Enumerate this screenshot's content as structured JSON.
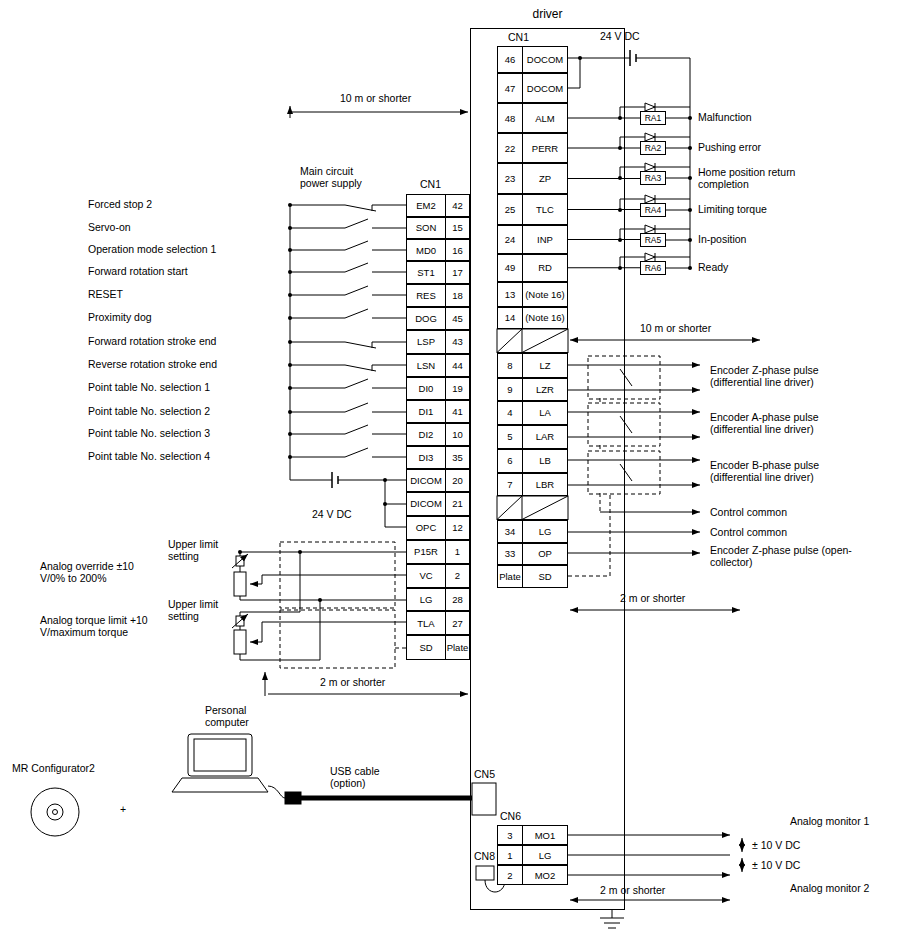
{
  "diagram": {
    "nodes": [
      {
        "text": [
          "driver"
        ]
      },
      {
        "text": [
          "EM2",
          "42"
        ],
        "in": 0
      },
      {
        "text": [
          "SON",
          "15"
        ],
        "in": 0
      },
      {
        "text": [
          "MD0",
          "16"
        ],
        "in": 0
      },
      {
        "text": [
          "ST1",
          "17"
        ],
        "in": 0
      },
      {
        "text": [
          "RES",
          "18"
        ],
        "in": 0
      },
      {
        "text": [
          "DOG",
          "45"
        ],
        "in": 0
      },
      {
        "text": [
          "LSP",
          "43"
        ],
        "in": 0
      },
      {
        "text": [
          "LSN",
          "44"
        ],
        "in": 0
      },
      {
        "text": [
          "DI0",
          "19"
        ],
        "in": 0
      },
      {
        "text": [
          "DI1",
          "41"
        ],
        "in": 0
      },
      {
        "text": [
          "DI2",
          "10"
        ],
        "in": 0
      },
      {
        "text": [
          "DI3",
          "35"
        ],
        "in": 0
      },
      {
        "text": [
          "DICOM",
          "20"
        ],
        "in": 0
      },
      {
        "text": [
          "DICOM",
          "21"
        ],
        "in": 0
      },
      {
        "text": [
          "OPC",
          "12"
        ],
        "in": 0
      },
      {
        "text": [
          "P15R",
          "1"
        ],
        "in": 0
      },
      {
        "text": [
          "VC",
          "2"
        ],
        "in": 0
      },
      {
        "text": [
          "LG",
          "28"
        ],
        "in": 0
      },
      {
        "text": [
          "TLA",
          "27"
        ],
        "in": 0
      },
      {
        "text": [
          "SD",
          "Plate"
        ],
        "in": 0
      },
      {
        "text": [
          "46",
          "DOCOM"
        ],
        "in": 0
      },
      {
        "text": [
          "47",
          "DOCOM"
        ],
        "in": 0
      },
      {
        "text": [
          "48",
          "ALM"
        ],
        "in": 0
      },
      {
        "text": [
          "22",
          "PERR"
        ],
        "in": 0
      },
      {
        "text": [
          "23",
          "ZP"
        ],
        "in": 0
      },
      {
        "text": [
          "25",
          "TLC"
        ],
        "in": 0
      },
      {
        "text": [
          "24",
          "INP"
        ],
        "in": 0
      },
      {
        "text": [
          "49",
          "RD"
        ],
        "in": 0
      },
      {
        "text": [
          "13",
          "(Note 16)"
        ],
        "in": 0
      },
      {
        "text": [
          "14",
          "(Note 16)"
        ],
        "in": 0
      },
      {
        "text": [
          "8",
          "LZ"
        ],
        "in": 0
      },
      {
        "text": [
          "9",
          "LZR"
        ],
        "in": 0
      },
      {
        "text": [
          "4",
          "LA"
        ],
        "in": 0
      },
      {
        "text": [
          "5",
          "LAR"
        ],
        "in": 0
      },
      {
        "text": [
          "6",
          "LB"
        ],
        "in": 0
      },
      {
        "text": [
          "7",
          "LBR"
        ],
        "in": 0
      },
      {
        "text": [
          "34",
          "LG"
        ],
        "in": 0
      },
      {
        "text": [
          "33",
          "OP"
        ],
        "in": 0
      },
      {
        "text": [
          "Plate",
          "SD"
        ],
        "in": 0
      },
      {
        "text": [
          "3",
          "MO1"
        ],
        "in": 0
      },
      {
        "text": [
          "1",
          "LG"
        ],
        "in": 0
      },
      {
        "text": [
          "2",
          "MO2"
        ],
        "in": 0
      },
      {
        "text": [
          "RA1"
        ]
      },
      {
        "text": [
          "RA2"
        ]
      },
      {
        "text": [
          "RA3"
        ]
      },
      {
        "text": [
          "RA4"
        ]
      },
      {
        "text": [
          "RA5"
        ]
      },
      {
        "text": [
          "RA6"
        ]
      }
    ],
    "edges": [
      {
        "from": 23,
        "to": 43,
        "arrow": "none"
      },
      {
        "from": 24,
        "to": 44,
        "arrow": "none"
      },
      {
        "from": 25,
        "to": 45,
        "arrow": "none"
      },
      {
        "from": 26,
        "to": 46,
        "arrow": "none"
      },
      {
        "from": 27,
        "to": 47,
        "arrow": "none"
      },
      {
        "from": 28,
        "to": 48,
        "arrow": "none"
      }
    ],
    "labels": [
      "CN1",
      "CN1",
      "24 V DC",
      "10 m or shorter",
      "Main circuit power supply",
      "Forced stop 2",
      "Servo-on",
      "Operation mode selection 1",
      "Forward rotation start",
      "RESET",
      "Proximity dog",
      "Forward rotation stroke end",
      "Reverse rotation stroke end",
      "Point table No. selection 1",
      "Point table No. selection 2",
      "Point table No. selection 3",
      "Point table No. selection 4",
      "24 V DC",
      "Analog override ±10 V/0% to 200%",
      "Upper limit setting",
      "Analog torque limit +10 V/maximum torque",
      "Upper limit setting",
      "2 m or shorter",
      "Personal computer",
      "MR Configurator2",
      "+",
      "USB cable (option)",
      "CN5",
      "Malfunction",
      "Pushing error",
      "Home position return completion",
      "Limiting torque",
      "In-position",
      "Ready",
      "Encoder Z-phase pulse (differential line driver)",
      "Encoder A-phase pulse (differential line driver)",
      "Encoder B-phase pulse (differential line driver)",
      "10 m or shorter",
      "Control common",
      "Control common",
      "Encoder Z-phase pulse (open-collector)",
      "2 m or shorter",
      "CN6",
      "Analog monitor 1",
      "± 10 V DC",
      "± 10 V DC",
      "Analog monitor 2",
      "2 m or shorter",
      "CN8"
    ]
  }
}
